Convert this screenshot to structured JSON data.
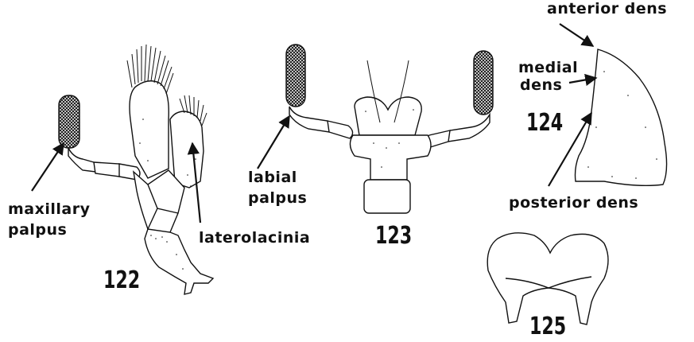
{
  "labels": {
    "anterior_dens": "anterior dens",
    "medial_dens_line1": "medial",
    "medial_dens_line2": "dens",
    "posterior_dens": "posterior dens",
    "labial_palpus_line1": "labial",
    "labial_palpus_line2": "palpus",
    "maxillary_palpus_line1": "maxillary",
    "maxillary_palpus_line2": "palpus",
    "laterolacinia": "laterolacinia"
  },
  "figure_numbers": {
    "fig122": "122",
    "fig123": "123",
    "fig124": "124",
    "fig125": "125"
  },
  "colors": {
    "ink": "#111111",
    "paper": "#ffffff"
  }
}
